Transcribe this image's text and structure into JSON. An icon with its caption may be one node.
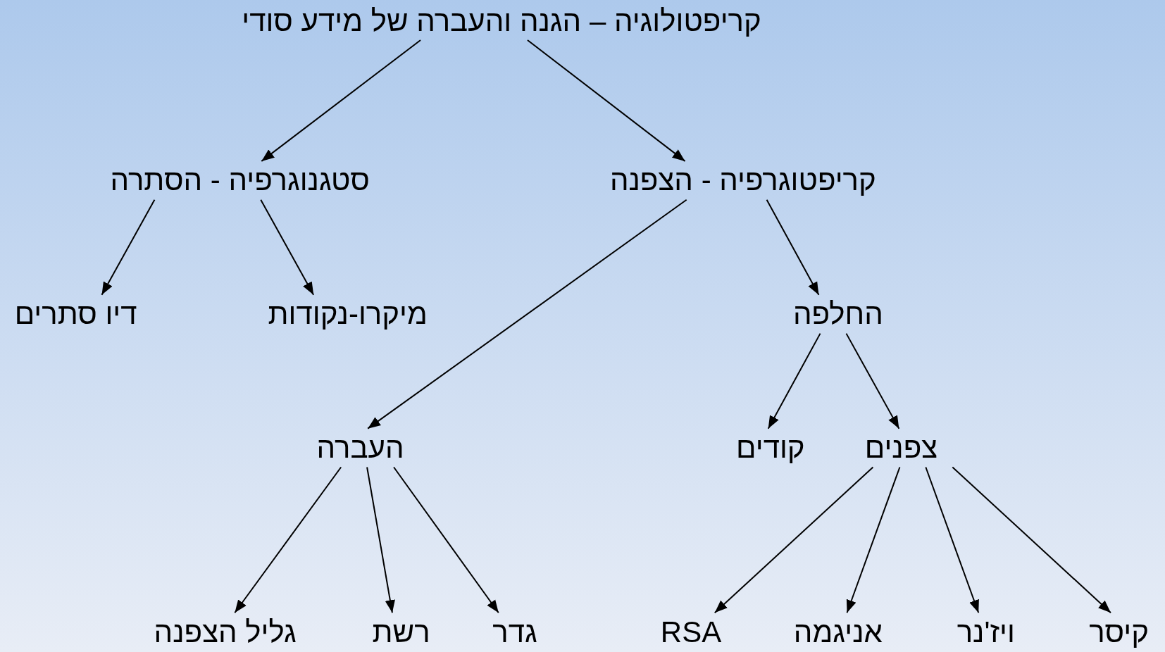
{
  "diagram": {
    "nodes": [
      {
        "text": [
          "קריפטולוגיה – הגנה והעברה של מידע סודי"
        ]
      },
      {
        "text": [
          "סטגנוגרפיה - הסתרה"
        ]
      },
      {
        "text": [
          "קריפטוגרפיה - הצפנה"
        ]
      },
      {
        "text": [
          "דיו סתרים"
        ]
      },
      {
        "text": [
          "מיקרו-נקודות"
        ]
      },
      {
        "text": [
          "החלפה"
        ]
      },
      {
        "text": [
          "העברה"
        ]
      },
      {
        "text": [
          "קודים"
        ]
      },
      {
        "text": [
          "צפנים"
        ]
      },
      {
        "text": [
          "גליל הצפנה"
        ]
      },
      {
        "text": [
          "רשת"
        ]
      },
      {
        "text": [
          "גדר"
        ]
      },
      {
        "text": [
          "RSA"
        ]
      },
      {
        "text": [
          "אניגמה"
        ]
      },
      {
        "text": [
          "ויז'נר"
        ]
      },
      {
        "text": [
          "קיסר"
        ]
      }
    ],
    "edges": [
      {
        "from": 0,
        "to": 1,
        "arrow": "to"
      },
      {
        "from": 0,
        "to": 2,
        "arrow": "to"
      },
      {
        "from": 1,
        "to": 3,
        "arrow": "to"
      },
      {
        "from": 1,
        "to": 4,
        "arrow": "to"
      },
      {
        "from": 2,
        "to": 6,
        "arrow": "to"
      },
      {
        "from": 2,
        "to": 5,
        "arrow": "to"
      },
      {
        "from": 5,
        "to": 7,
        "arrow": "to"
      },
      {
        "from": 5,
        "to": 8,
        "arrow": "to"
      },
      {
        "from": 6,
        "to": 9,
        "arrow": "to"
      },
      {
        "from": 6,
        "to": 10,
        "arrow": "to"
      },
      {
        "from": 6,
        "to": 11,
        "arrow": "to"
      },
      {
        "from": 8,
        "to": 12,
        "arrow": "to"
      },
      {
        "from": 8,
        "to": 13,
        "arrow": "to"
      },
      {
        "from": 8,
        "to": 14,
        "arrow": "to"
      },
      {
        "from": 8,
        "to": 15,
        "arrow": "to"
      }
    ]
  }
}
